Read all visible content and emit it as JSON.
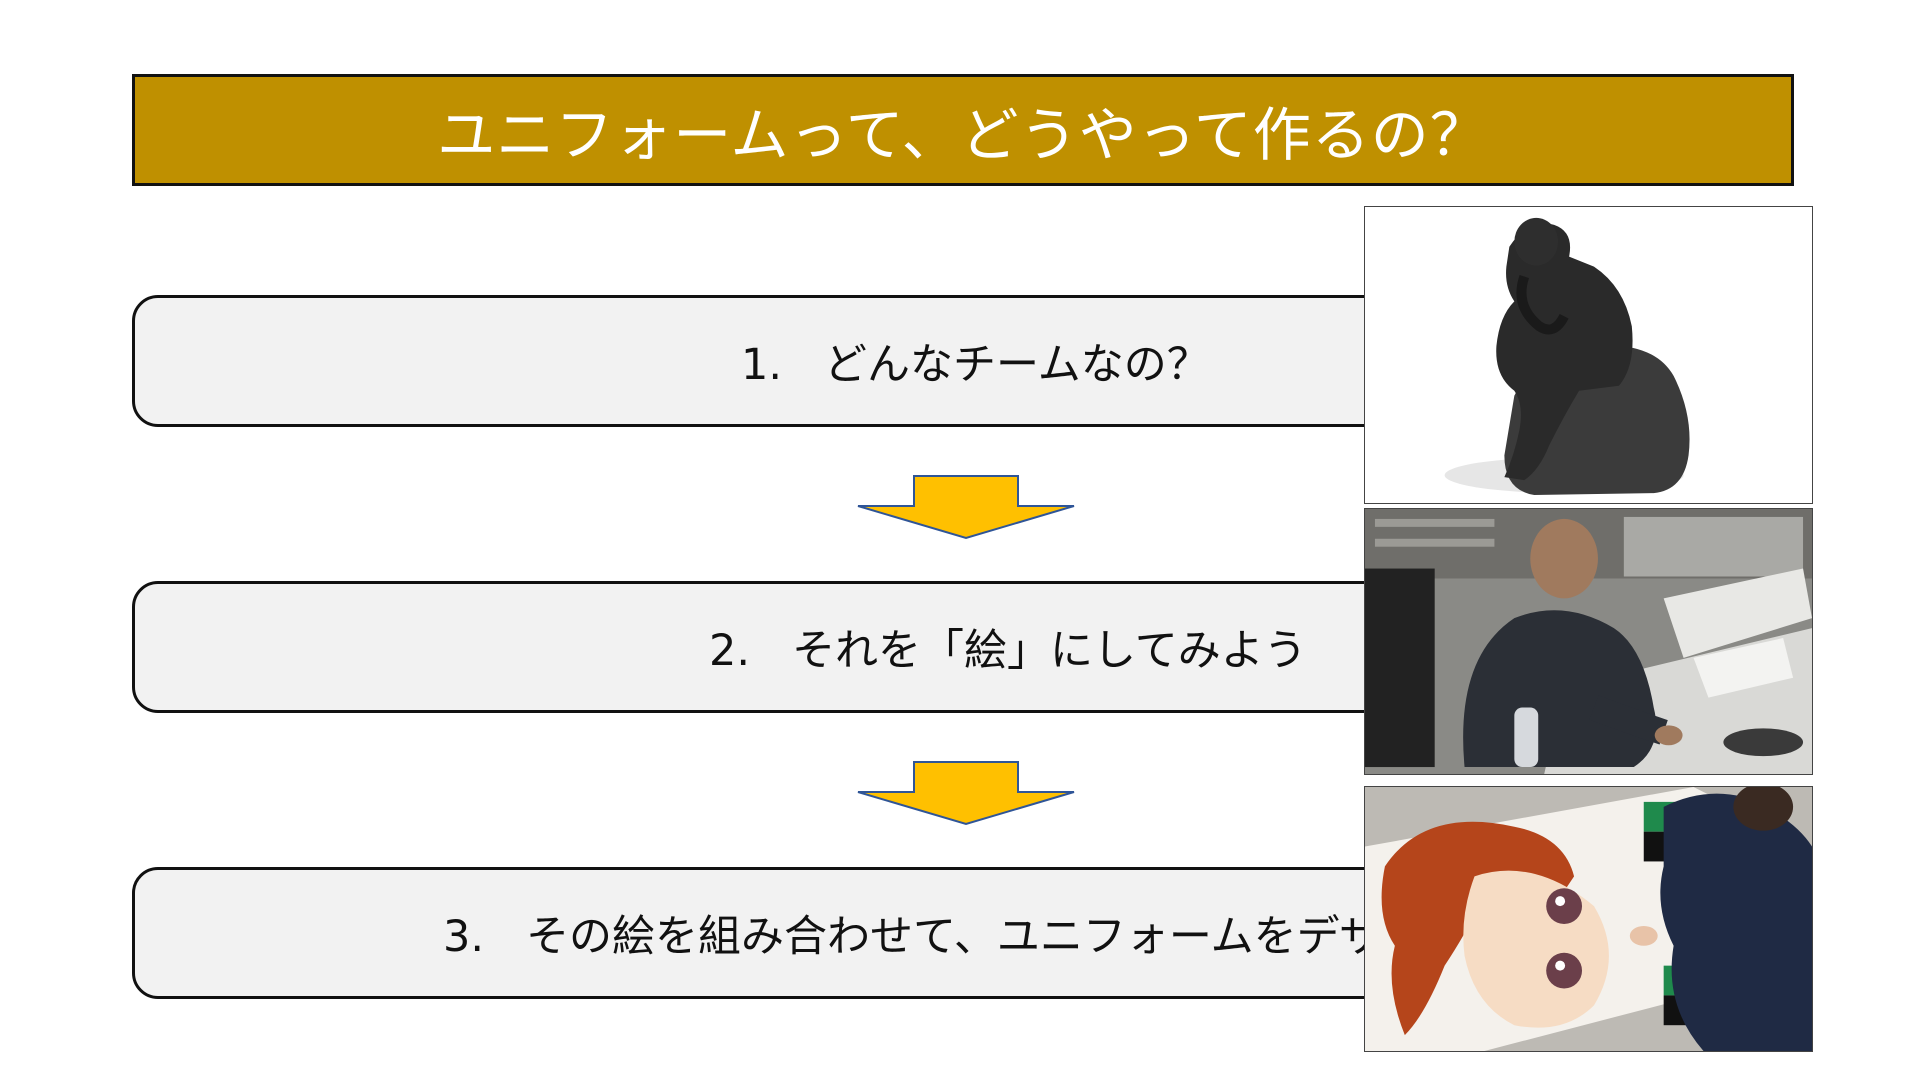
{
  "title": "ユニフォームって、どうやって作るの？",
  "steps": [
    {
      "number": "1.",
      "text": "どんなチームなの？"
    },
    {
      "number": "2.",
      "text": "それを「絵」にしてみよう"
    },
    {
      "number": "3.",
      "text": "その絵を組み合わせて、ユニフォームをデザイン"
    }
  ],
  "colors": {
    "title_bar": "#bf9000",
    "step_box": "#f2f2f2",
    "arrow": "#ffc000",
    "arrow_outline": "#2f5597"
  },
  "images": [
    {
      "name": "thinker-statue-photo"
    },
    {
      "name": "man-drawing-photo"
    },
    {
      "name": "anime-character-painting-photo"
    }
  ]
}
